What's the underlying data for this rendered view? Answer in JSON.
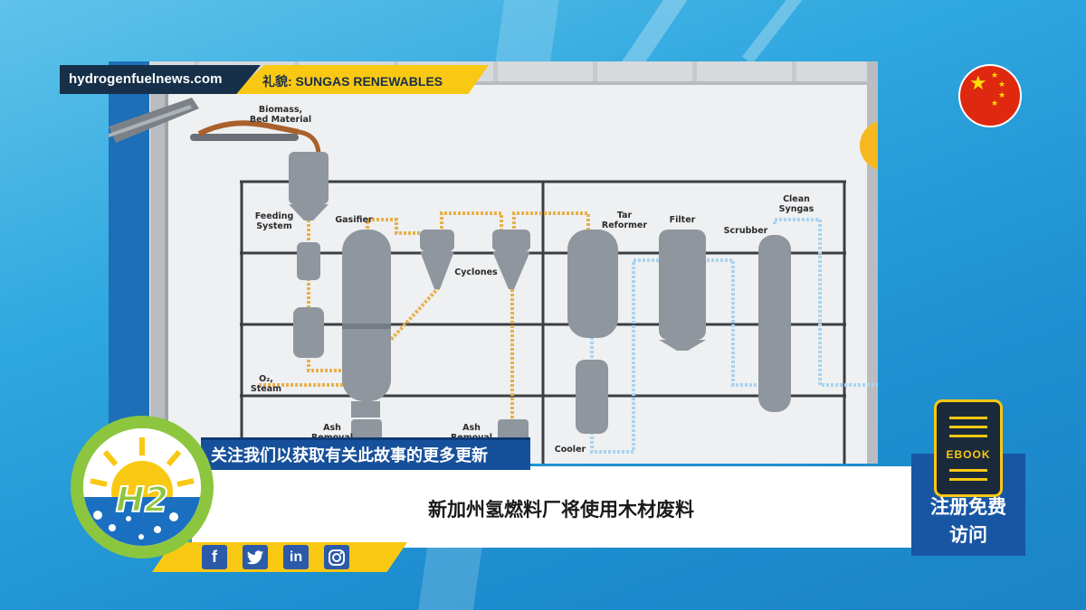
{
  "source": {
    "site": "hydrogenfuelnews.com",
    "credit": "礼貌: SUNGAS RENEWABLES"
  },
  "diagram": {
    "labels": {
      "biomass": "Biomass,\nBed Material",
      "feeding": "Feeding\nSystem",
      "gasifier": "Gasifier",
      "cyclones": "Cyclones",
      "o2steam": "O₂,\nSteam",
      "ash1": "Ash\nRemoval",
      "ash2": "Ash\nRemoval",
      "tar": "Tar\nReformer",
      "filter": "Filter",
      "scrubber": "Scrubber",
      "clean": "Clean\nSyngas",
      "cooler": "Cooler"
    },
    "colors": {
      "vessel": "#8f969d",
      "frame": "#3b3f44",
      "pipe_hot": "#e8b04b",
      "pipe_cold": "#a9d4ee"
    }
  },
  "news": {
    "follow_text": "关注我们以获取有关此故事的更多更新",
    "headline": "新加州氢燃料厂将使用木材废料"
  },
  "social": {
    "facebook": "f",
    "twitter": "t",
    "linkedin": "in",
    "instagram": "ig"
  },
  "ebook": {
    "label": "EBOOK",
    "cta": "注册免费\n访问"
  },
  "flag": {
    "country": "China"
  },
  "logo": {
    "text": "H2"
  }
}
